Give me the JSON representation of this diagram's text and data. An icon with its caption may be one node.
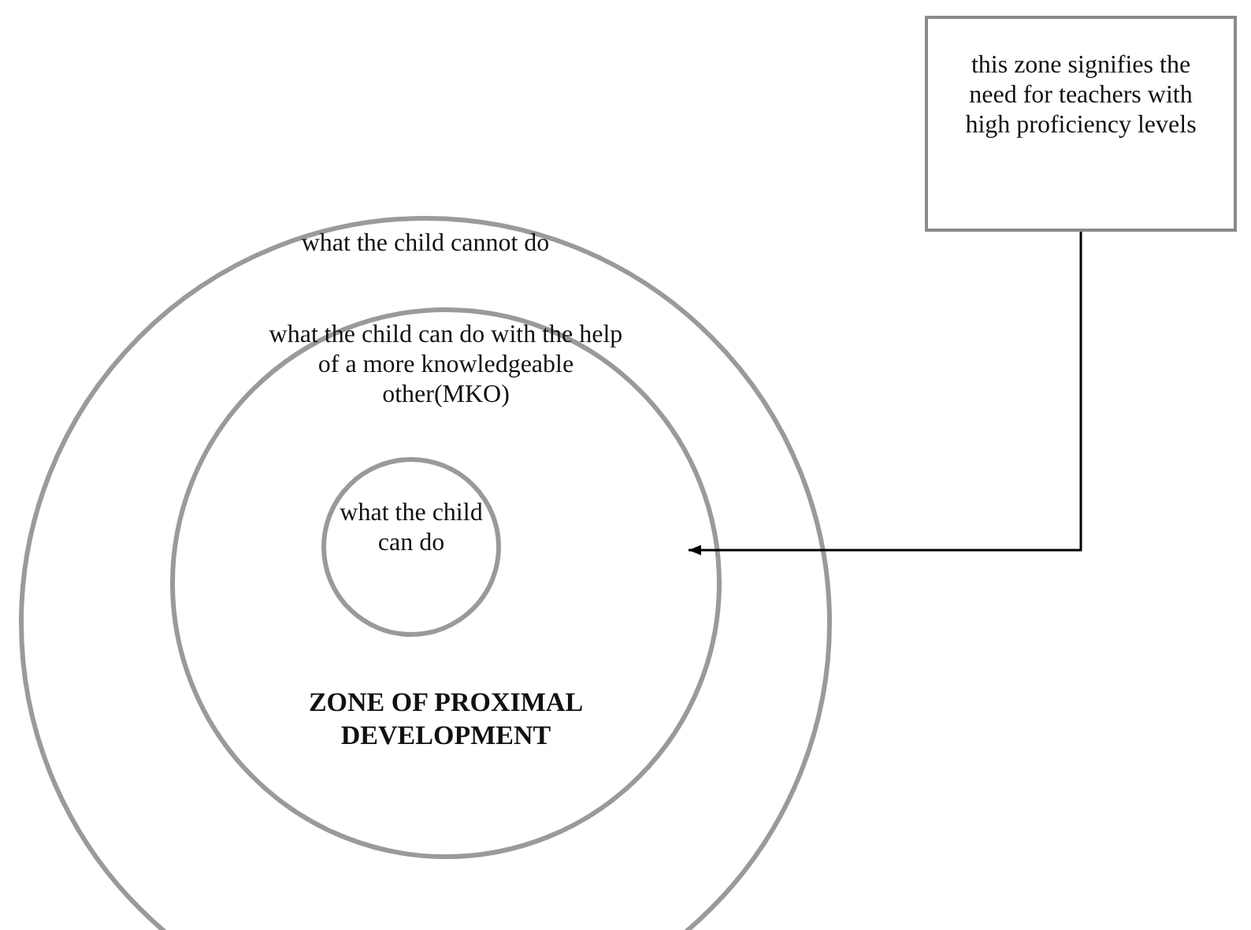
{
  "diagram": {
    "nodes": [
      {
        "text": [
          "what the child cannot do"
        ]
      },
      {
        "text": [
          "what the child can do with the help of a more knowledgeable other(MKO)",
          "ZONE OF PROXIMAL DEVELOPMENT"
        ],
        "in": 0
      },
      {
        "text": [
          "what the child can do"
        ],
        "in": 1
      },
      {
        "text": [
          "this zone signifies the need for teachers with high proficiency levels"
        ]
      }
    ],
    "edges": [
      {
        "from": 3,
        "to": 1,
        "arrow": "to"
      }
    ]
  }
}
